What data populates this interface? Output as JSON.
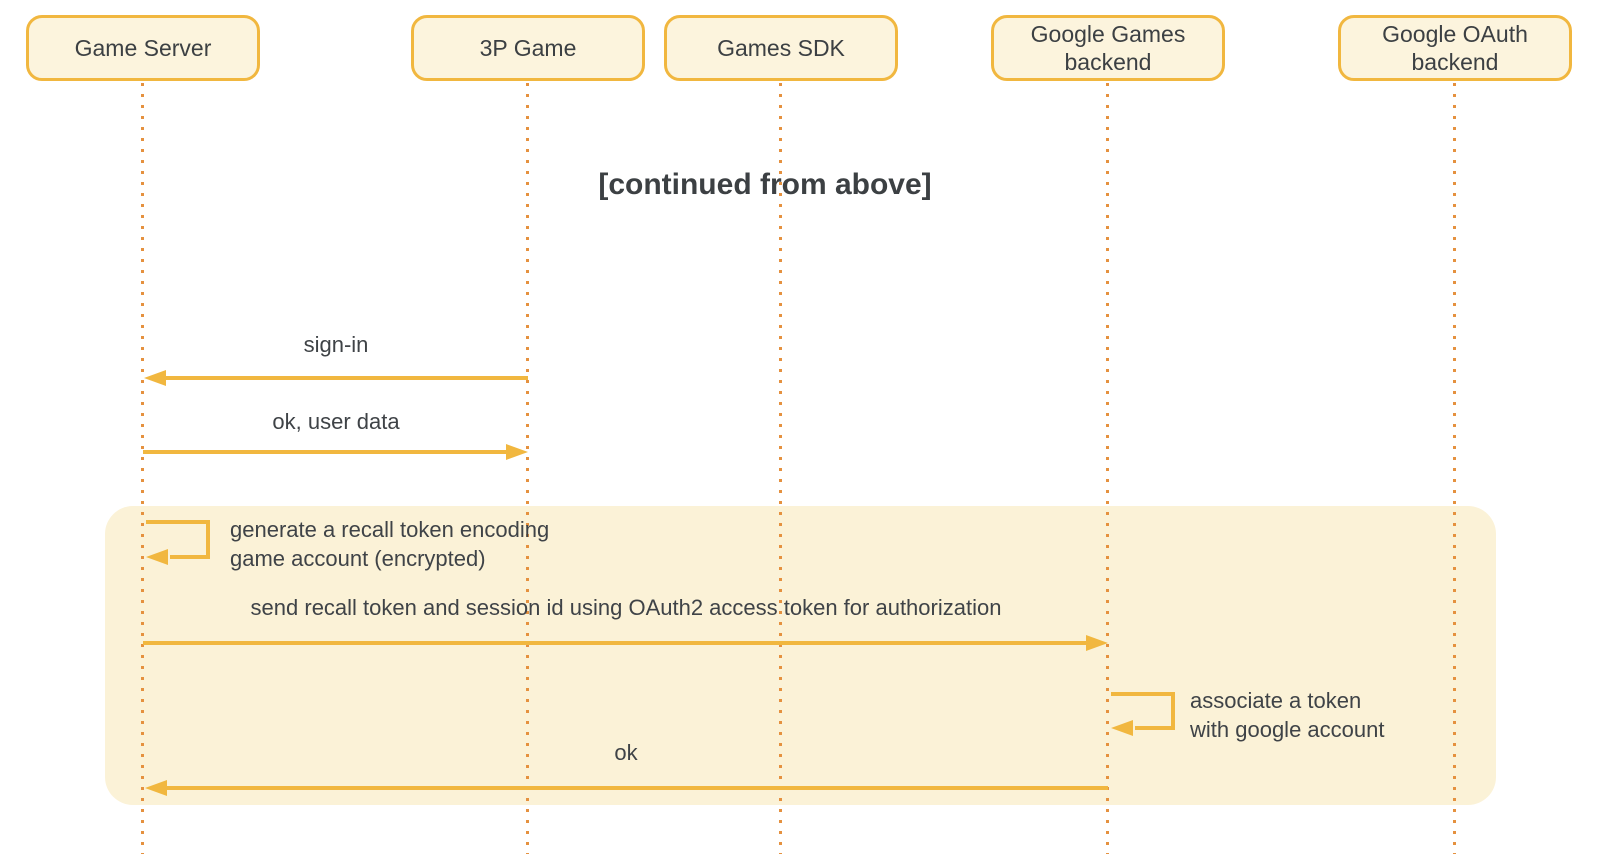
{
  "title": "[continued from above]",
  "actors": [
    {
      "label": "Game Server"
    },
    {
      "label": "3P Game"
    },
    {
      "label": "Games SDK"
    },
    {
      "label": "Google Games backend"
    },
    {
      "label": "Google OAuth backend"
    }
  ],
  "messages": [
    {
      "label": "sign-in",
      "from": "3P Game",
      "to": "Game Server",
      "direction": "left"
    },
    {
      "label": "ok, user data",
      "from": "Game Server",
      "to": "3P Game",
      "direction": "right"
    },
    {
      "type": "self",
      "actor": "Game Server",
      "lines": [
        "generate a recall token encoding",
        "game account (encrypted)"
      ]
    },
    {
      "label": "send recall token and session id using OAuth2 access token for authorization",
      "from": "Game Server",
      "to": "Google Games backend",
      "direction": "right"
    },
    {
      "type": "self",
      "actor": "Google Games backend",
      "lines": [
        "associate a token",
        "with google account"
      ]
    },
    {
      "label": "ok",
      "from": "Google Games backend",
      "to": "Game Server",
      "direction": "left"
    }
  ],
  "colors": {
    "actor_fill": "#FCF4DD",
    "actor_border": "#F1B73F",
    "arrow": "#F1B73F",
    "lifeline": "#E5913F",
    "region_fill": "#FBF2D7",
    "text": "#3C4043",
    "background": "#FFFFFF"
  }
}
